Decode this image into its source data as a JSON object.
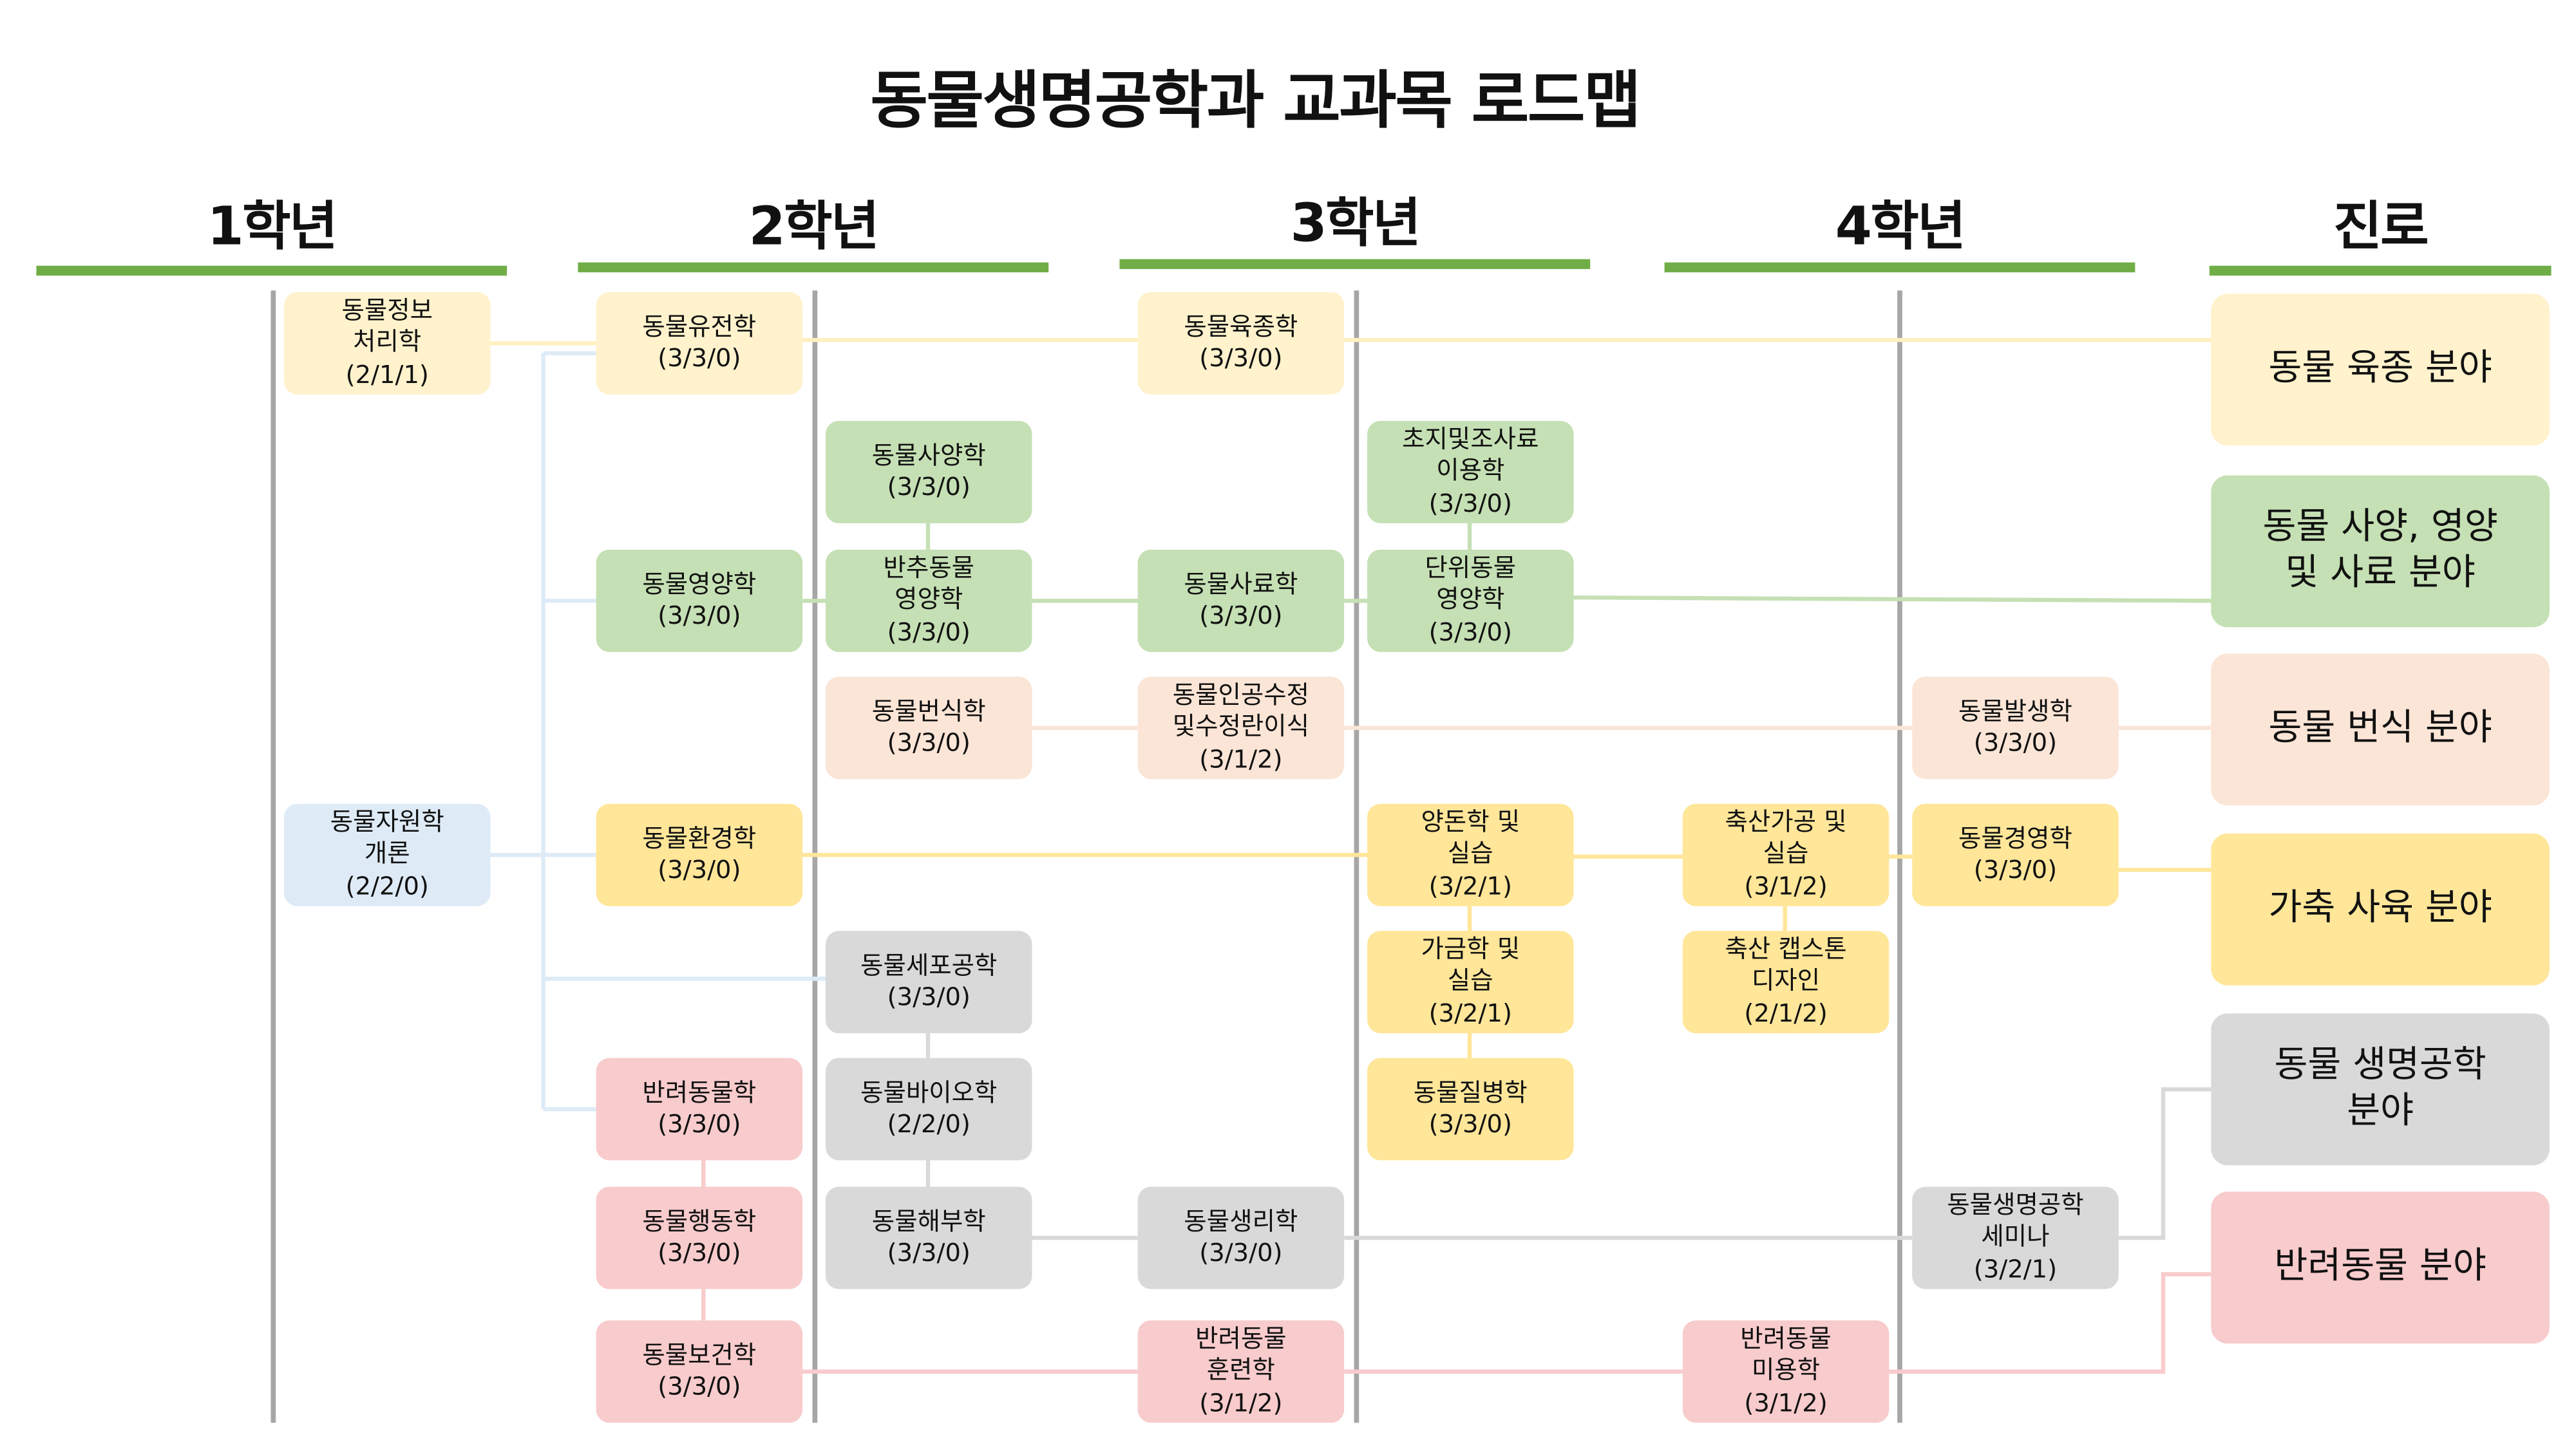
{
  "title": "동물생명공학과 교과목 로드맵",
  "grades": [
    "1학년",
    "2학년",
    "3학년",
    "4학년",
    "진로"
  ],
  "colors": {
    "grade_bar": "#70ad47",
    "breeding": "#fff2cc",
    "feeding": "#c5e0b4",
    "reproduction": "#fbe5d6",
    "general": "#deebf7",
    "livestock": "#ffe699",
    "biotech": "#d9d9d9",
    "companion": "#f8cbcc"
  },
  "courses": [
    {
      "name": "동물정보\n처리학\n(2/1/1)"
    },
    {
      "name": "동물자원학\n개론\n(2/2/0)"
    },
    {
      "name": "동물유전학\n(3/3/0)"
    },
    {
      "name": "동물영양학\n(3/3/0)"
    },
    {
      "name": "동물환경학\n(3/3/0)"
    },
    {
      "name": "반려동물학\n(3/3/0)"
    },
    {
      "name": "동물행동학\n(3/3/0)"
    },
    {
      "name": "동물보건학\n(3/3/0)"
    },
    {
      "name": "동물사양학\n(3/3/0)"
    },
    {
      "name": "반추동물\n영양학\n(3/3/0)"
    },
    {
      "name": "동물번식학\n(3/3/0)"
    },
    {
      "name": "동물세포공학\n(3/3/0)"
    },
    {
      "name": "동물바이오학\n(2/2/0)"
    },
    {
      "name": "동물해부학\n(3/3/0)"
    },
    {
      "name": "동물육종학\n(3/3/0)"
    },
    {
      "name": "동물사료학\n(3/3/0)"
    },
    {
      "name": "동물인공수정\n및수정란이식\n(3/1/2)"
    },
    {
      "name": "동물생리학\n(3/3/0)"
    },
    {
      "name": "반려동물\n훈련학\n(3/1/2)"
    },
    {
      "name": "초지및조사료\n이용학\n(3/3/0)"
    },
    {
      "name": "단위동물\n영양학\n(3/3/0)"
    },
    {
      "name": "양돈학 및\n실습\n(3/2/1)"
    },
    {
      "name": "가금학 및\n실습\n(3/2/1)"
    },
    {
      "name": "동물질병학\n(3/3/0)"
    },
    {
      "name": "축산가공 및\n실습\n(3/1/2)"
    },
    {
      "name": "축산 캡스톤\n디자인\n(2/1/2)"
    },
    {
      "name": "반려동물\n미용학\n(3/1/2)"
    },
    {
      "name": "동물발생학\n(3/3/0)"
    },
    {
      "name": "동물경영학\n(3/3/0)"
    },
    {
      "name": "동물생명공학\n세미나\n(3/2/1)"
    }
  ],
  "careers": [
    "동물 육종 분야",
    "동물 사양, 영양\n및 사료 분야",
    "동물 번식 분야",
    "가축 사육 분야",
    "동물 생명공학\n분야",
    "반려동물 분야"
  ]
}
